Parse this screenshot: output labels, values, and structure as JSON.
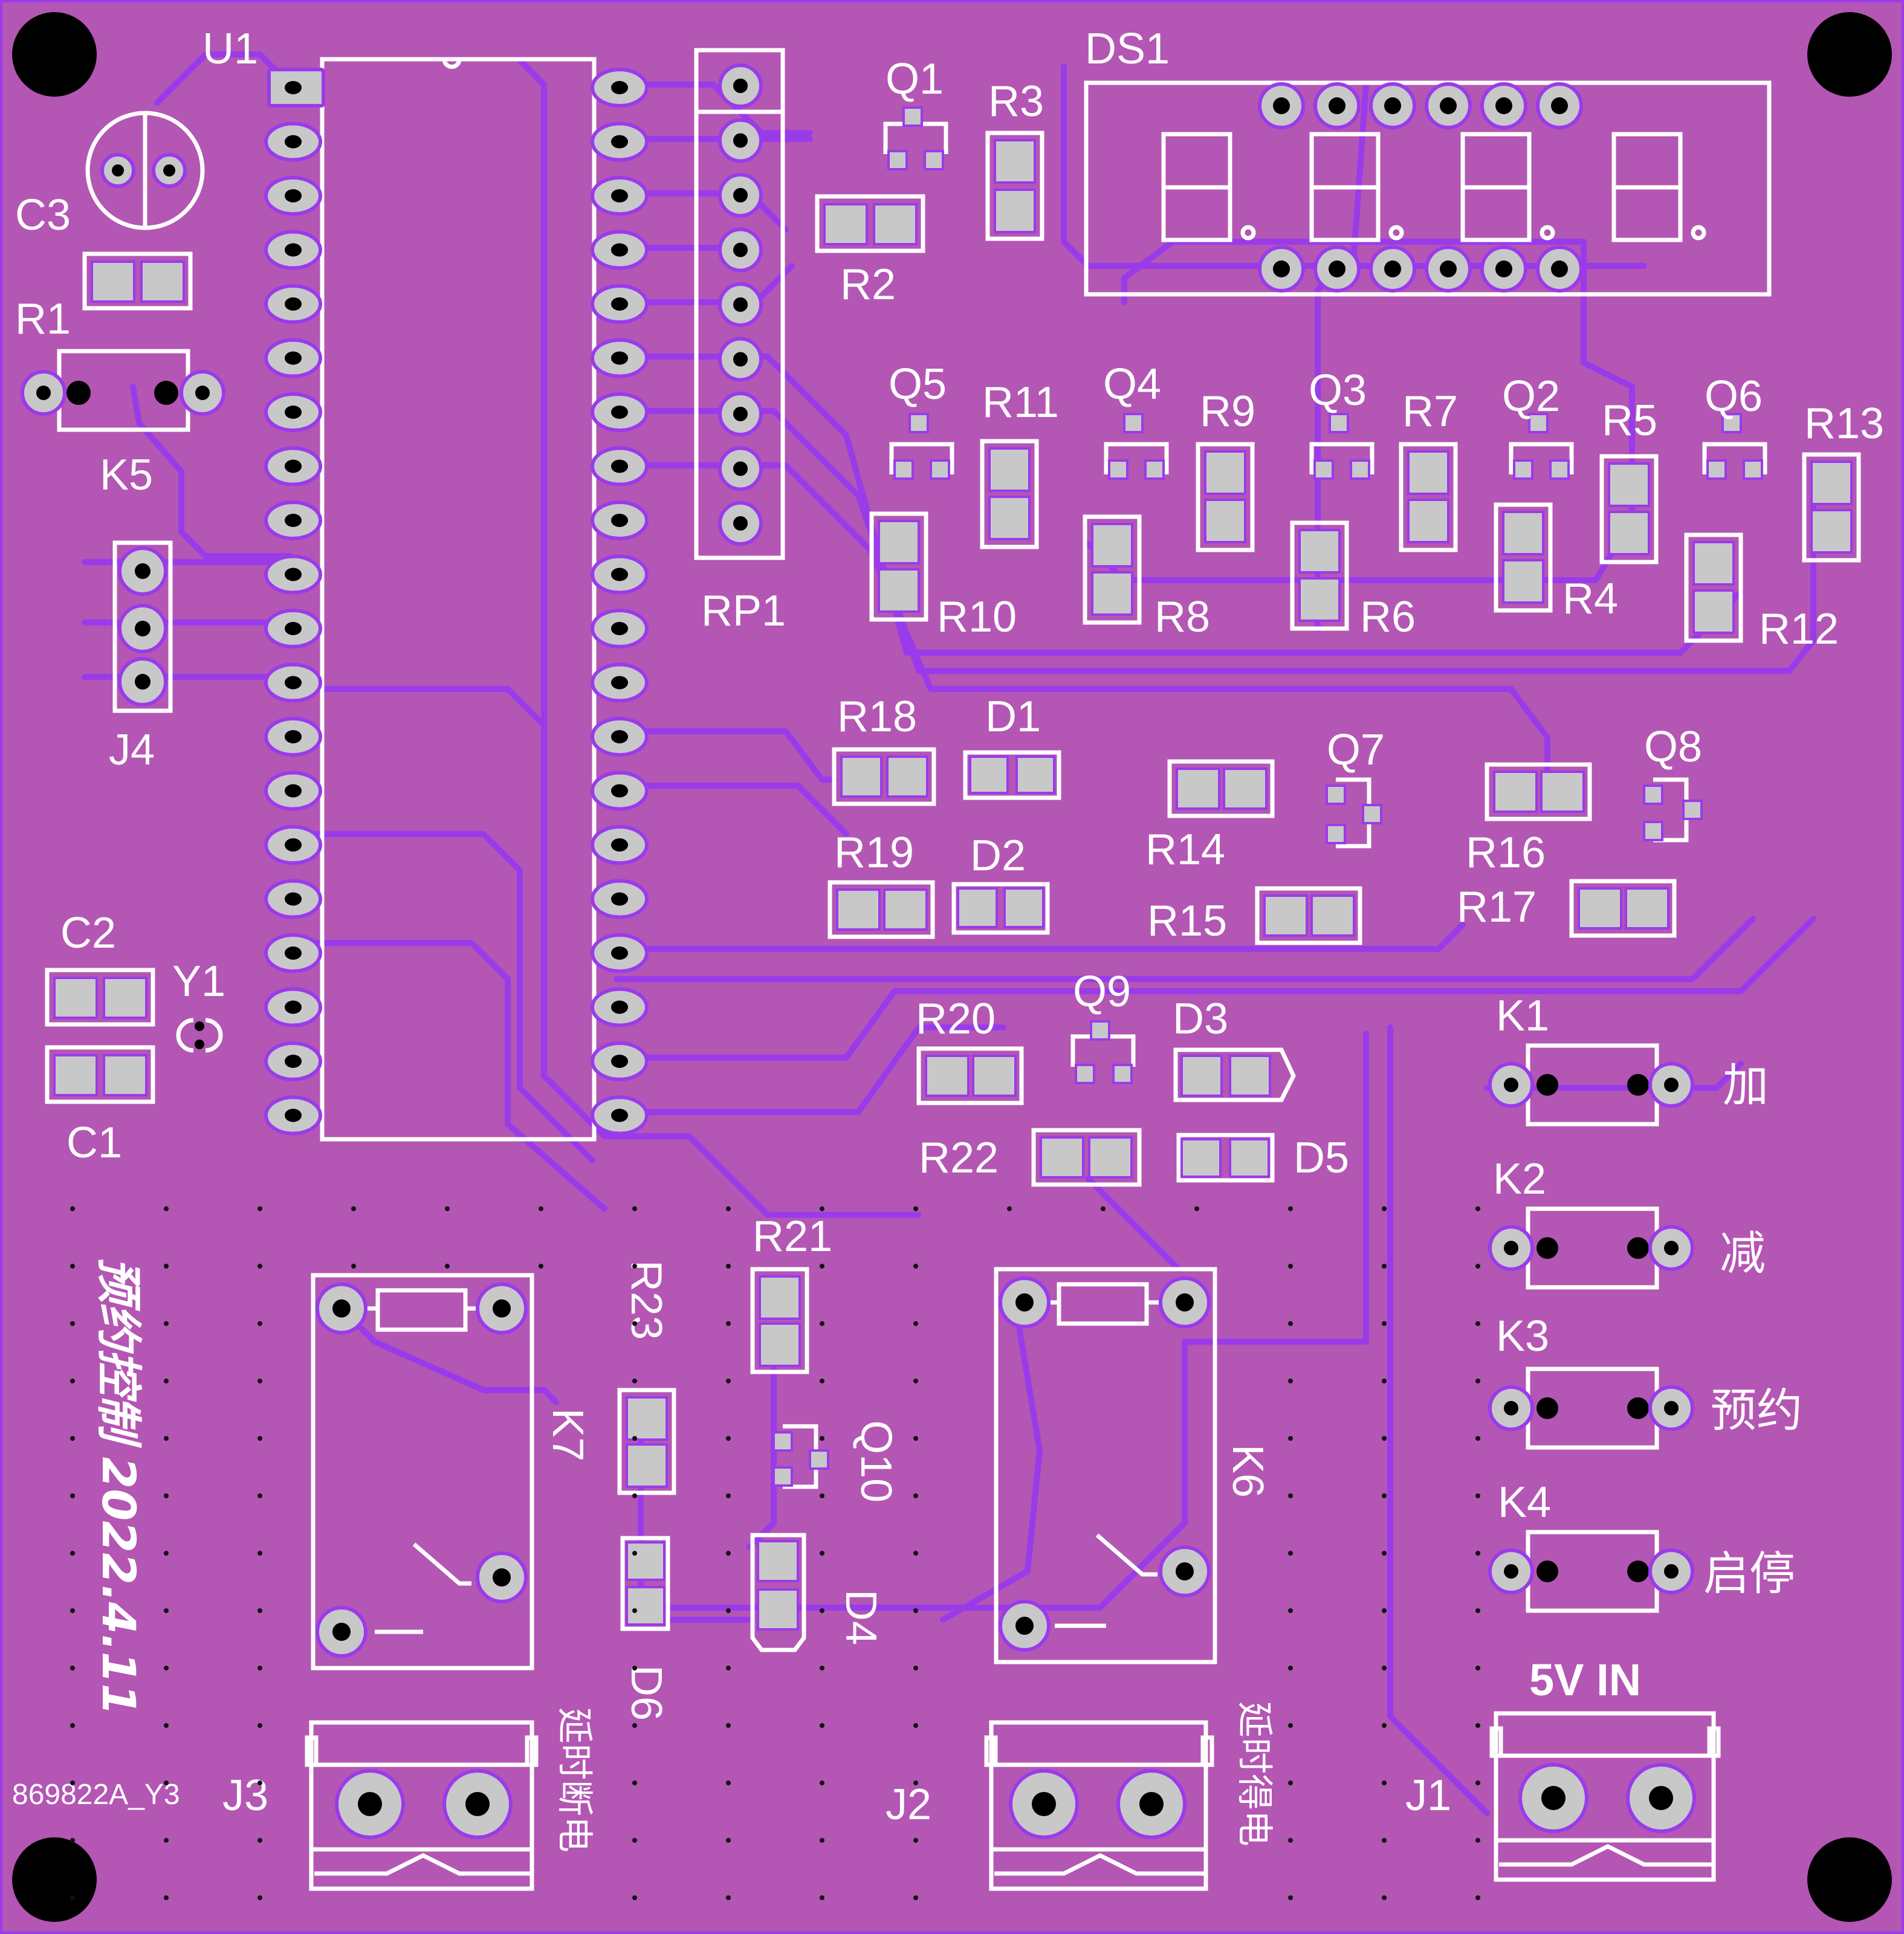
{
  "board": {
    "background": "#b456b4",
    "trace_color": "#9a3bea",
    "silk_color": "#ffffff",
    "pad_color": "#c8c8c8"
  },
  "refs": {
    "u1": "U1",
    "ds1": "DS1",
    "rp1": "RP1",
    "c1": "C1",
    "c2": "C2",
    "c3": "C3",
    "y1": "Y1",
    "j1": "J1",
    "j2": "J2",
    "j3": "J3",
    "j4": "J4",
    "k1": "K1",
    "k2": "K2",
    "k3": "K3",
    "k4": "K4",
    "k5": "K5",
    "k6": "K6",
    "k7": "K7",
    "q1": "Q1",
    "q2": "Q2",
    "q3": "Q3",
    "q4": "Q4",
    "q5": "Q5",
    "q6": "Q6",
    "q7": "Q7",
    "q8": "Q8",
    "q9": "Q9",
    "q10": "Q10",
    "r1": "R1",
    "r2": "R2",
    "r3": "R3",
    "r4": "R4",
    "r5": "R5",
    "r6": "R6",
    "r7": "R7",
    "r8": "R8",
    "r9": "R9",
    "r10": "R10",
    "r11": "R11",
    "r12": "R12",
    "r13": "R13",
    "r14": "R14",
    "r15": "R15",
    "r16": "R16",
    "r17": "R17",
    "r18": "R18",
    "r19": "R19",
    "r20": "R20",
    "r21": "R21",
    "r22": "R22",
    "r23": "R23",
    "d1": "D1",
    "d2": "D2",
    "d3": "D3",
    "d4": "D4",
    "d5": "D5",
    "d6": "D6"
  },
  "button_labels": {
    "k1": "加",
    "k2": "减",
    "k3": "预约",
    "k4": "启停"
  },
  "power_label": "5V IN",
  "relay_labels": {
    "j3": "延时断电",
    "j2": "延时得电"
  },
  "board_title": "预约控制 2022.4.11",
  "board_code": "869822A_Y3",
  "icons": [
    "mounting-hole-icon",
    "seven-segment-display-icon",
    "relay-coil-icon",
    "electrolytic-capacitor-icon",
    "crystal-icon"
  ]
}
